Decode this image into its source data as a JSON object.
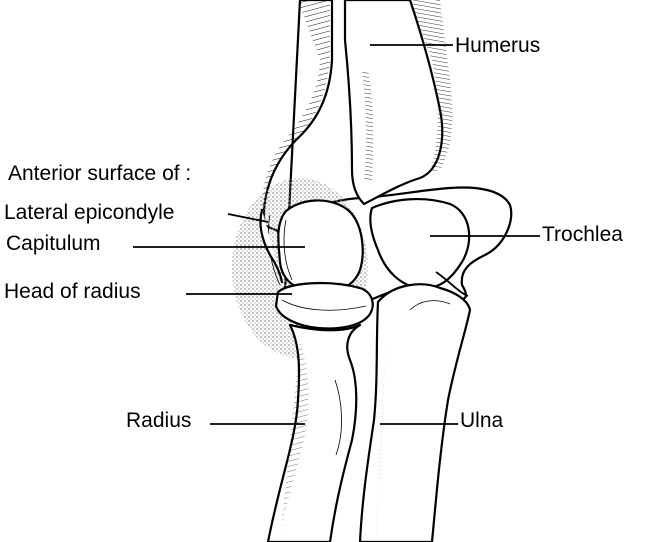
{
  "figure": {
    "heading": "Anterior surface of :",
    "labels": {
      "humerus": "Humerus",
      "trochlea": "Trochlea",
      "lateral_epicondyle": "Lateral epicondyle",
      "capitulum": "Capitulum",
      "head_of_radius": "Head of radius",
      "radius": "Radius",
      "ulna": "Ulna"
    }
  },
  "colors": {
    "line": "#000000",
    "background": "#ffffff",
    "highlight_stipple": "#9a9a9a"
  }
}
